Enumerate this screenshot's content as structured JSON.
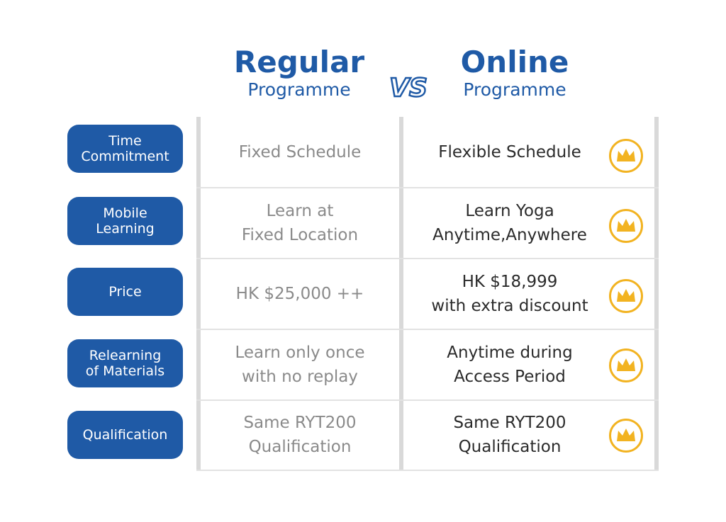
{
  "header": {
    "regular_title": "Regular",
    "regular_subtitle": "Programme",
    "vs": "VS",
    "online_title": "Online",
    "online_subtitle": "Programme"
  },
  "colors": {
    "brand_blue": "#1f5aa6",
    "crown_gold": "#f2b321",
    "regular_text": "#8a8a8a",
    "online_text": "#2b2b2b"
  },
  "rows": [
    {
      "label": "Time\nCommitment",
      "regular": "Fixed Schedule",
      "online": "Flexible Schedule",
      "online_icon": "crown-icon"
    },
    {
      "label": "Mobile\nLearning",
      "regular": "Learn at\nFixed Location",
      "online": "Learn Yoga\nAnytime,Anywhere",
      "online_icon": "crown-icon"
    },
    {
      "label": "Price",
      "regular": "HK $25,000 ++",
      "online": "HK $18,999\nwith extra discount",
      "online_icon": "crown-icon"
    },
    {
      "label": "Relearning\nof Materials",
      "regular": "Learn only once\nwith no replay",
      "online": "Anytime during\nAccess Period",
      "online_icon": "crown-icon"
    },
    {
      "label": "Qualification",
      "regular": "Same RYT200\nQualification",
      "online": "Same RYT200\nQualification",
      "online_icon": "crown-icon"
    }
  ]
}
